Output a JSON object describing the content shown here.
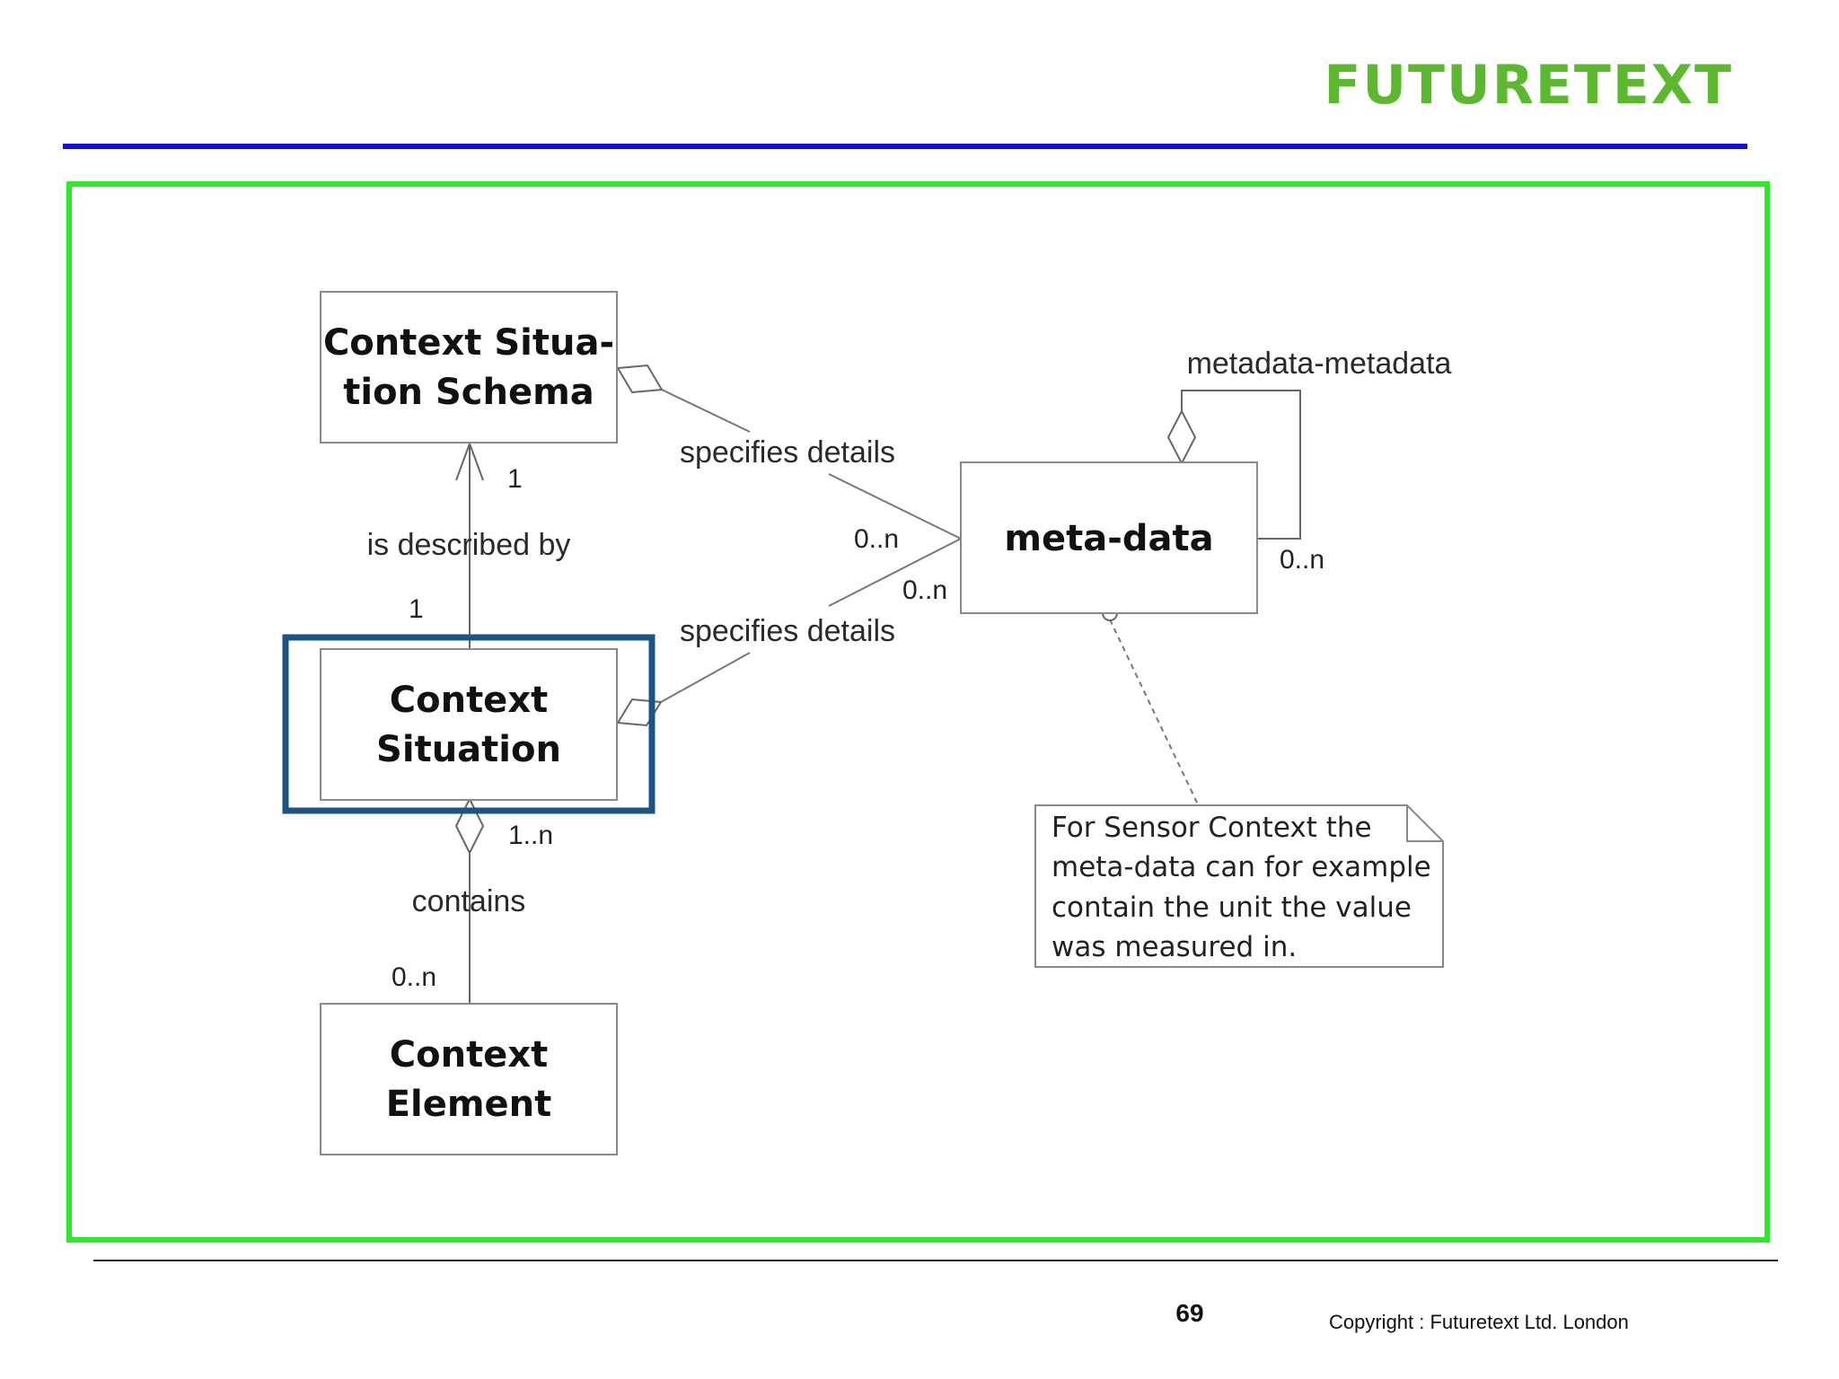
{
  "header": {
    "logo_text": "FUTURETEXT"
  },
  "diagram": {
    "boxes": {
      "schema": {
        "line1": "Context Situa-",
        "line2": "tion Schema"
      },
      "situation": {
        "line1": "Context",
        "line2": "Situation"
      },
      "element": {
        "line1": "Context",
        "line2": "Element"
      },
      "metadata": {
        "line1": "meta-data"
      }
    },
    "edges": {
      "described": {
        "label": "is described by",
        "mult_top": "1",
        "mult_bottom": "1"
      },
      "contains": {
        "label": "contains",
        "mult_top": "1..n",
        "mult_bottom": "0..n"
      },
      "schema_details": {
        "label": "specifies details",
        "mult": "0..n"
      },
      "situation_details": {
        "label": "specifies details",
        "mult": "0..n"
      },
      "metadata_self": {
        "label": "metadata-metadata",
        "mult": "0..n"
      }
    },
    "note": {
      "lines": [
        "For Sensor Context the",
        "meta-data can for example",
        "contain the unit the value",
        "was measured in."
      ]
    },
    "colors": {
      "frame_border": "#2ee82e",
      "header_rule": "#1010e0",
      "highlight_border": "#1d5482",
      "logo": "#5cb82e"
    }
  },
  "footer": {
    "page_number": "69",
    "copyright": "Copyright : Futuretext Ltd. London"
  }
}
